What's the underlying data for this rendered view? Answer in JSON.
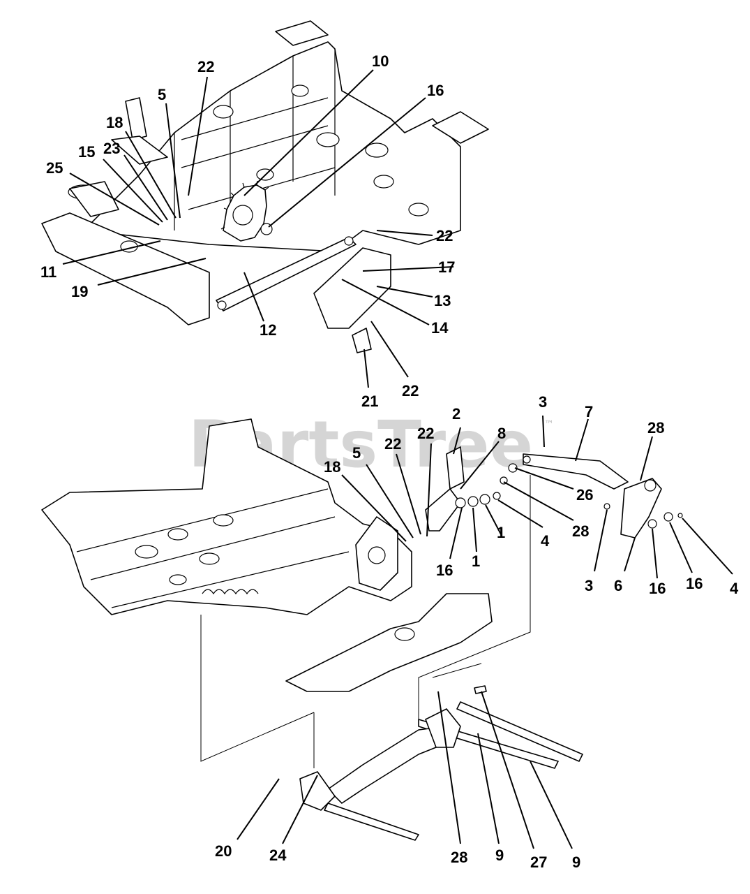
{
  "watermark": {
    "brand": "PartsTree",
    "trademark": "™"
  },
  "callouts": [
    {
      "label": "22"
    },
    {
      "label": "10"
    },
    {
      "label": "5"
    },
    {
      "label": "16"
    },
    {
      "label": "18"
    },
    {
      "label": "23"
    },
    {
      "label": "15"
    },
    {
      "label": "25"
    },
    {
      "label": "22"
    },
    {
      "label": "17"
    },
    {
      "label": "13"
    },
    {
      "label": "14"
    },
    {
      "label": "11"
    },
    {
      "label": "19"
    },
    {
      "label": "12"
    },
    {
      "label": "21"
    },
    {
      "label": "22"
    },
    {
      "label": "3"
    },
    {
      "label": "2"
    },
    {
      "label": "7"
    },
    {
      "label": "28"
    },
    {
      "label": "8"
    },
    {
      "label": "22"
    },
    {
      "label": "22"
    },
    {
      "label": "5"
    },
    {
      "label": "18"
    },
    {
      "label": "26"
    },
    {
      "label": "28"
    },
    {
      "label": "16"
    },
    {
      "label": "1"
    },
    {
      "label": "1"
    },
    {
      "label": "4"
    },
    {
      "label": "3"
    },
    {
      "label": "6"
    },
    {
      "label": "16"
    },
    {
      "label": "16"
    },
    {
      "label": "4"
    },
    {
      "label": "20"
    },
    {
      "label": "24"
    },
    {
      "label": "28"
    },
    {
      "label": "9"
    },
    {
      "label": "27"
    },
    {
      "label": "9"
    }
  ]
}
